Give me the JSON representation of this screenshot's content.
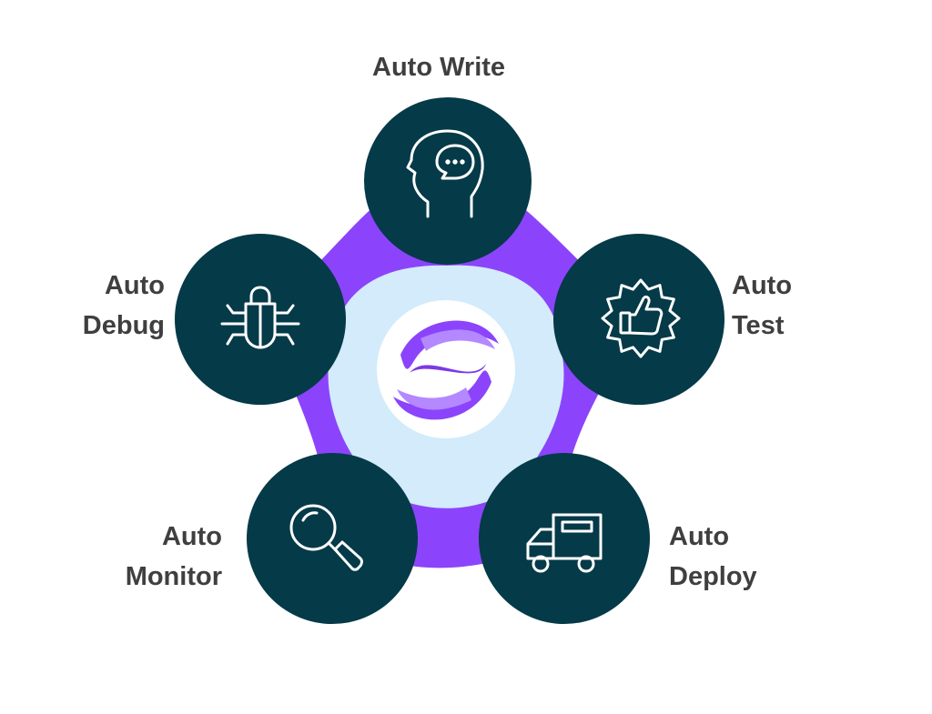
{
  "colors": {
    "accent": "#8b44fb",
    "node": "#053a48",
    "center_bg": "#d3ebfa",
    "icon_stroke": "#ffffff",
    "label_text": "#3f3f3f"
  },
  "center": {
    "icon": "brand-logo-icon"
  },
  "nodes": {
    "write": {
      "line1": "Auto Write",
      "icon": "head-speech-icon"
    },
    "test": {
      "line1": "Auto",
      "line2": "Test",
      "icon": "thumbs-up-badge-icon"
    },
    "debug": {
      "line1": "Auto",
      "line2": "Debug",
      "icon": "bug-icon"
    },
    "deploy": {
      "line1": "Auto",
      "line2": "Deploy",
      "icon": "delivery-truck-icon"
    },
    "monitor": {
      "line1": "Auto",
      "line2": "Monitor",
      "icon": "magnifier-icon"
    }
  }
}
